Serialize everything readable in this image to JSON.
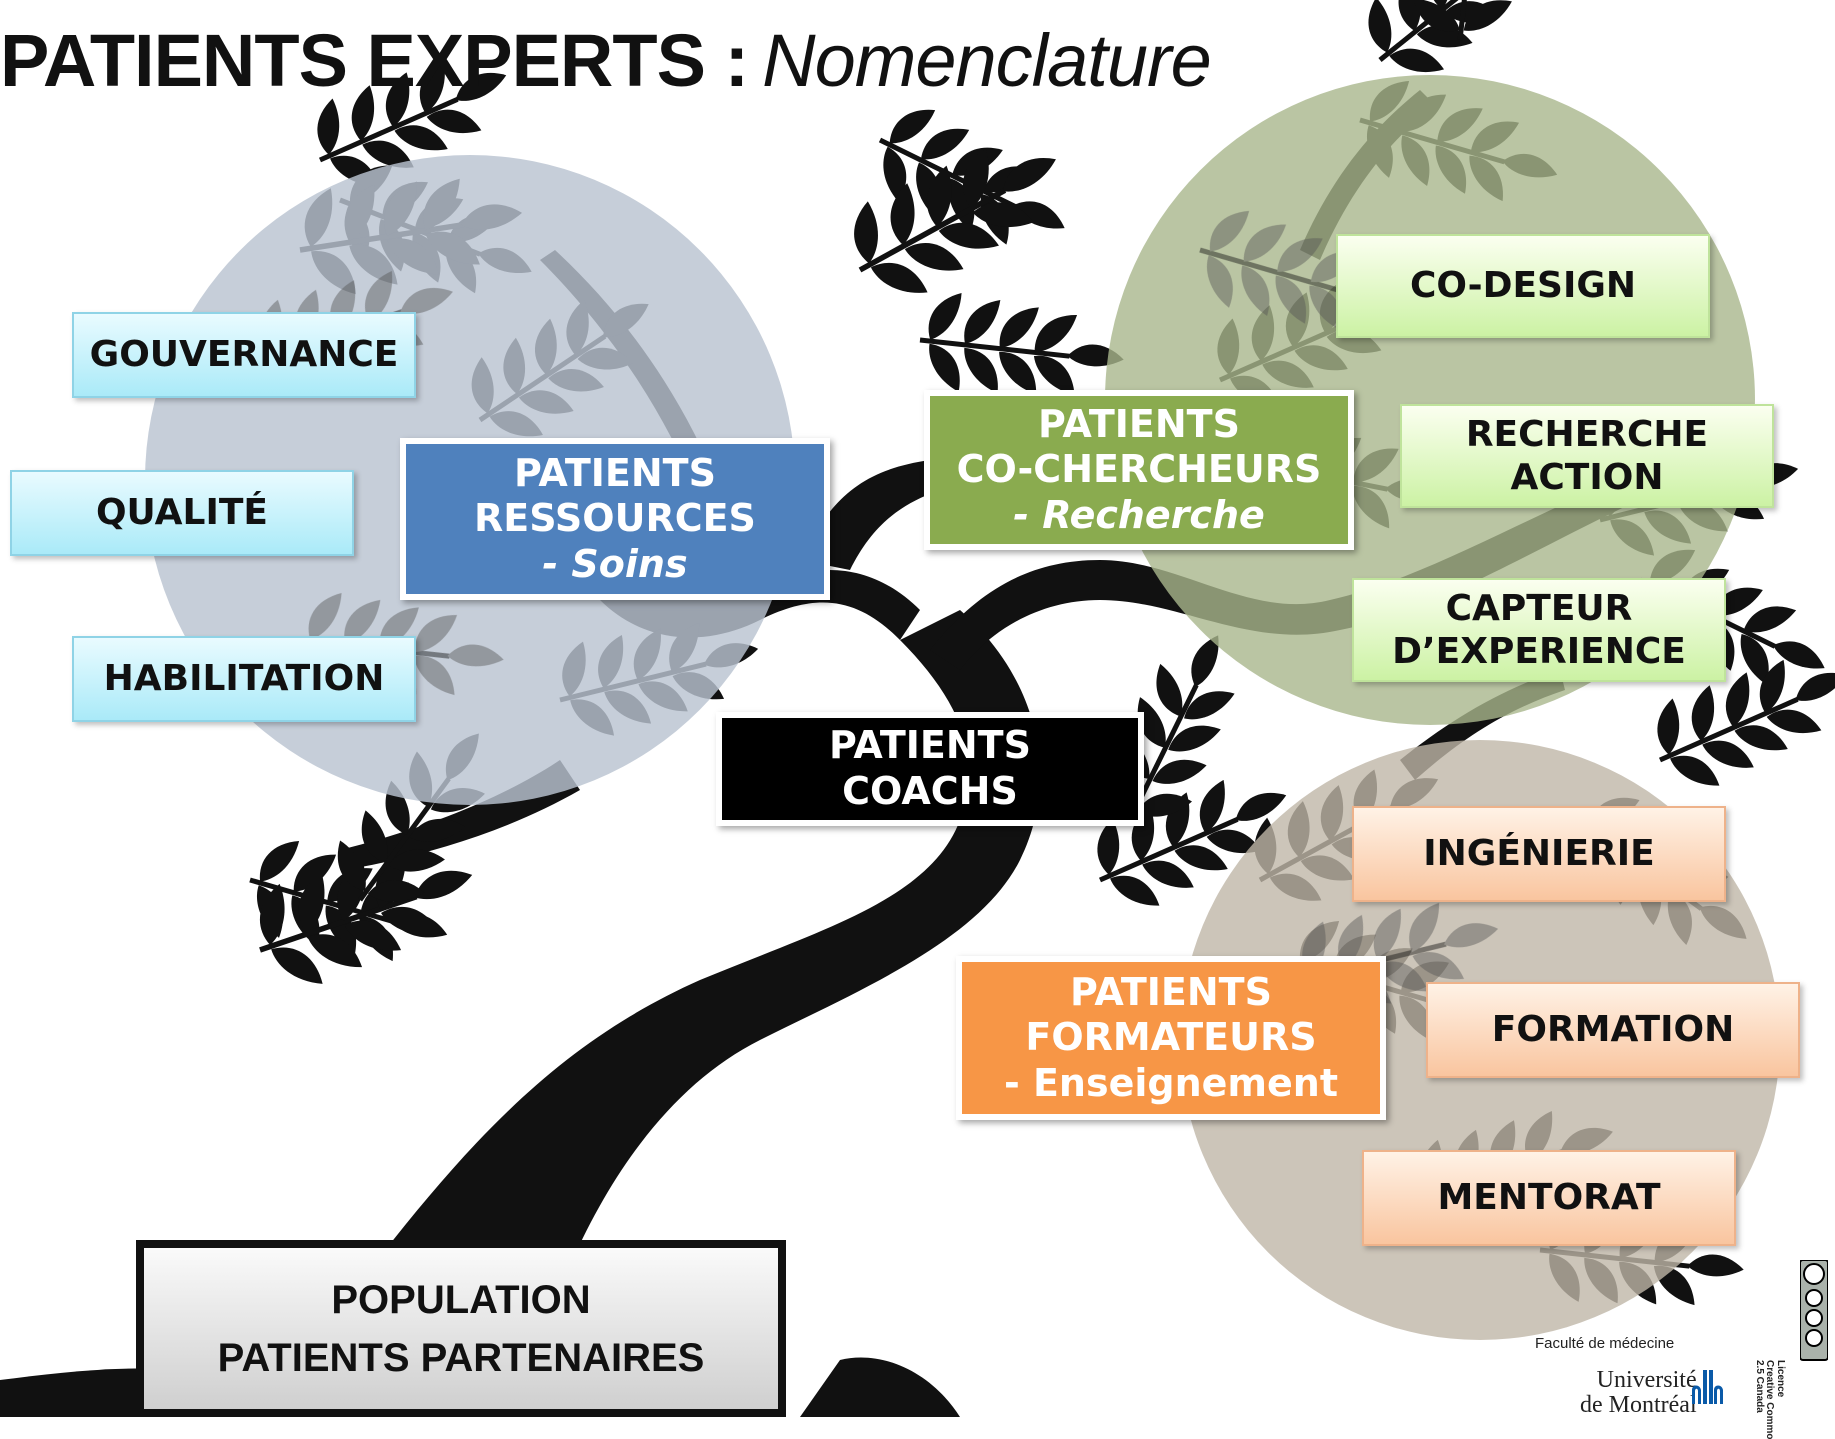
{
  "title": {
    "bold": "PATIENTS EXPERTS :",
    "italic": "Nomenclature"
  },
  "main_boxes": {
    "ressources": {
      "line1": "PATIENTS",
      "line2": "RESSOURCES",
      "line3": "- Soins",
      "color": "#4f81bd"
    },
    "cochercheurs": {
      "line1": "PATIENTS",
      "line2": "CO-CHERCHEURS",
      "line3": "- Recherche",
      "color": "#8aab4f"
    },
    "coachs": {
      "line1": "PATIENTS",
      "line2": "COACHS",
      "color": "#000000"
    },
    "formateurs": {
      "line1": "PATIENTS",
      "line2": "FORMATEURS",
      "line3": "- Enseignement",
      "color": "#f79646"
    }
  },
  "blue_items": [
    "GOUVERNANCE",
    "QUALITÉ",
    "HABILITATION"
  ],
  "green_items": [
    {
      "lines": [
        "CO-DESIGN"
      ]
    },
    {
      "lines": [
        "RECHERCHE",
        "ACTION"
      ]
    },
    {
      "lines": [
        "CAPTEUR",
        "D’EXPERIENCE"
      ]
    }
  ],
  "orange_items": [
    "INGÉNIERIE",
    "FORMATION",
    "MENTORAT"
  ],
  "population": {
    "line1": "POPULATION",
    "line2": "PATIENTS PARTENAIRES"
  },
  "logo": {
    "faculty": "Faculté de médecine",
    "university_line1": "Université",
    "university_line2": "de Montréal",
    "color": "#0a5aa8"
  },
  "license": {
    "lines": [
      "Licence",
      "Creative Commo",
      "2.5 Canada"
    ],
    "badge": "cc-by-nc-sa-icon"
  },
  "circle_colors": {
    "blue": "#b9c3d1",
    "green": "#a9b78c",
    "orange": "#bfb7a7"
  }
}
